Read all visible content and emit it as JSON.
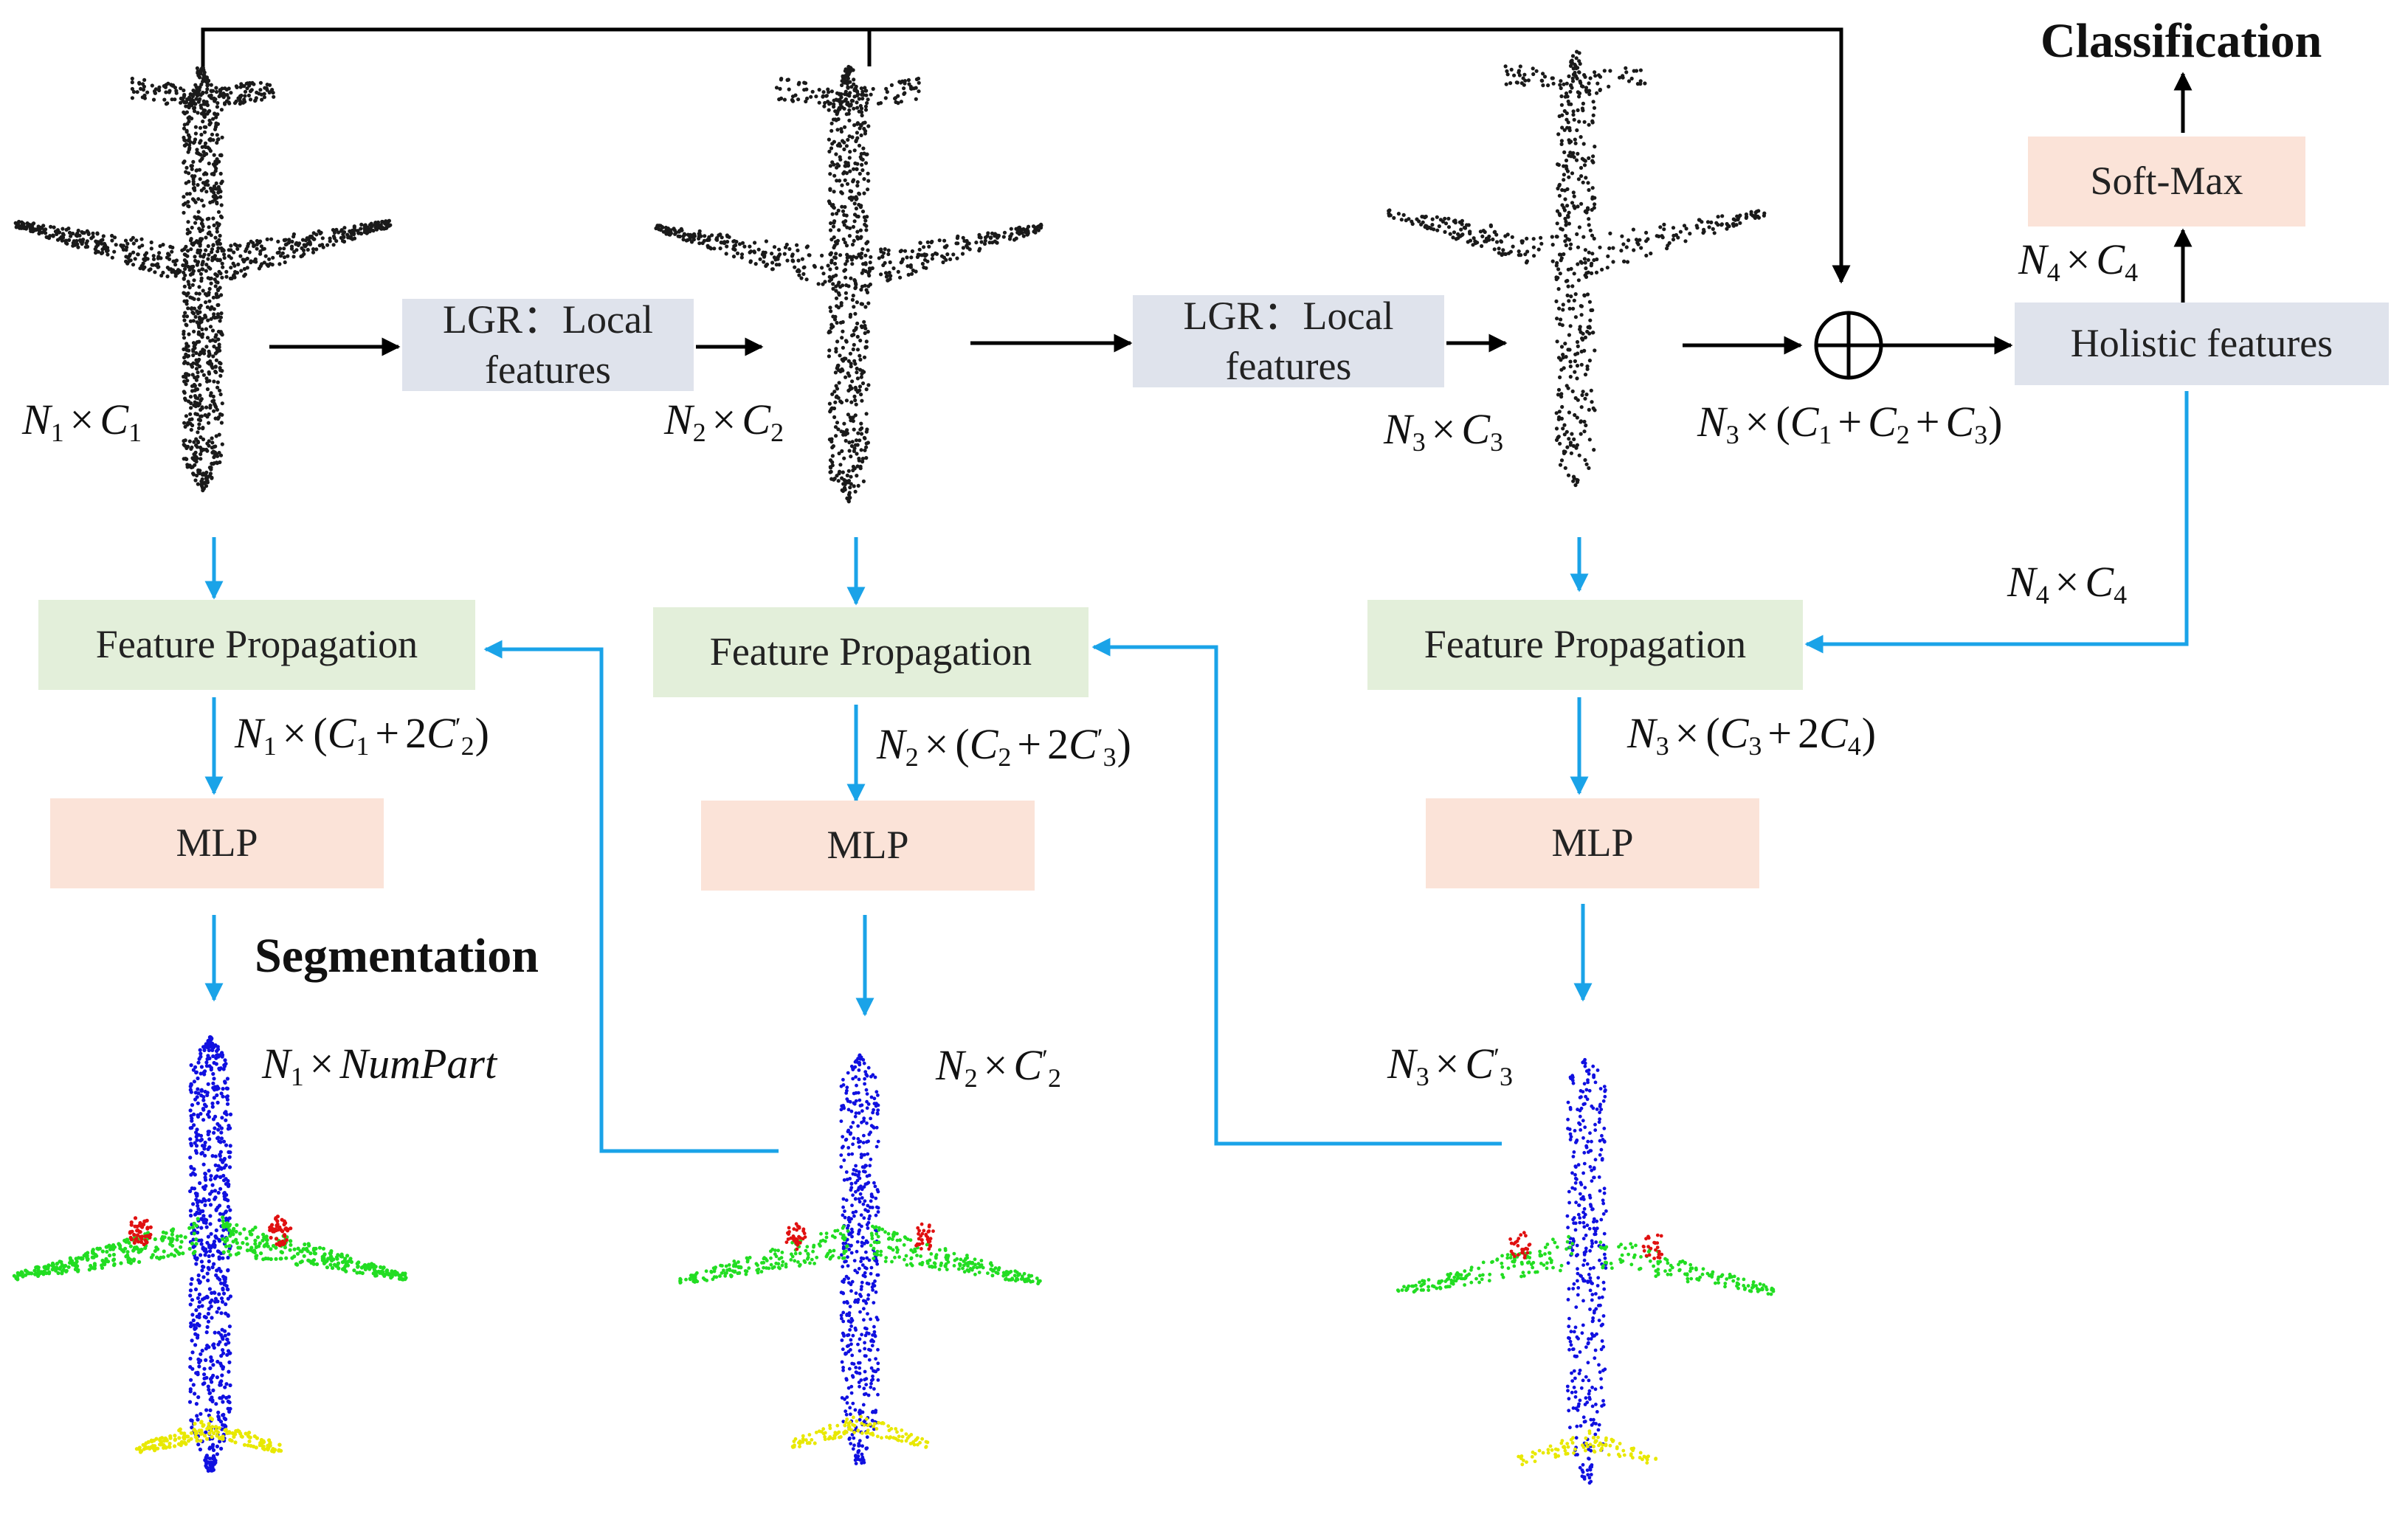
{
  "titles": {
    "classification": "Classification",
    "segmentation": "Segmentation"
  },
  "boxes": {
    "lgr_1": "LGR：Local\nfeatures",
    "lgr_2": "LGR：Local\nfeatures",
    "softmax": "Soft-Max",
    "holistic": "Holistic features",
    "fp_1": "Feature Propagation",
    "fp_2": "Feature Propagation",
    "fp_3": "Feature Propagation",
    "mlp_1": "MLP",
    "mlp_2": "MLP",
    "mlp_3": "MLP"
  },
  "labels": [
    {
      "id": "n1c1",
      "tokens": [
        [
          "N",
          "1"
        ],
        [
          "op",
          "×"
        ],
        [
          "C",
          "1"
        ]
      ]
    },
    {
      "id": "n2c2",
      "tokens": [
        [
          "N",
          "2"
        ],
        [
          "op",
          "×"
        ],
        [
          "C",
          "2"
        ]
      ]
    },
    {
      "id": "n3c3",
      "tokens": [
        [
          "N",
          "3"
        ],
        [
          "op",
          "×"
        ],
        [
          "C",
          "3"
        ]
      ]
    },
    {
      "id": "concat",
      "tokens": [
        [
          "N",
          "3"
        ],
        [
          "op",
          "×"
        ],
        [
          "p",
          "("
        ],
        [
          "C",
          "1"
        ],
        [
          "op",
          "+"
        ],
        [
          "C",
          "2"
        ],
        [
          "op",
          "+"
        ],
        [
          "C",
          "3"
        ],
        [
          "p",
          ")"
        ]
      ]
    },
    {
      "id": "n4c4_top",
      "tokens": [
        [
          "N",
          "4"
        ],
        [
          "op",
          "×"
        ],
        [
          "C",
          "4"
        ]
      ]
    },
    {
      "id": "n4c4_mid",
      "tokens": [
        [
          "N",
          "4"
        ],
        [
          "op",
          "×"
        ],
        [
          "C",
          "4"
        ]
      ]
    },
    {
      "id": "fp1_out",
      "tokens": [
        [
          "N",
          "1"
        ],
        [
          "op",
          "×"
        ],
        [
          "p",
          "("
        ],
        [
          "C",
          "1"
        ],
        [
          "op",
          "+"
        ],
        [
          "n",
          "2"
        ],
        [
          "Cp",
          "2"
        ],
        [
          "p",
          ")"
        ]
      ]
    },
    {
      "id": "fp2_out",
      "tokens": [
        [
          "N",
          "2"
        ],
        [
          "op",
          "×"
        ],
        [
          "p",
          "("
        ],
        [
          "C",
          "2"
        ],
        [
          "op",
          "+"
        ],
        [
          "n",
          "2"
        ],
        [
          "Cp",
          "3"
        ],
        [
          "p",
          ")"
        ]
      ]
    },
    {
      "id": "fp3_out",
      "tokens": [
        [
          "N",
          "3"
        ],
        [
          "op",
          "×"
        ],
        [
          "p",
          "("
        ],
        [
          "C",
          "3"
        ],
        [
          "op",
          "+"
        ],
        [
          "n",
          "2"
        ],
        [
          "C",
          "4"
        ],
        [
          "p",
          ")"
        ]
      ]
    },
    {
      "id": "seg_out",
      "tokens": [
        [
          "N",
          "1"
        ],
        [
          "op",
          "×"
        ],
        [
          "t",
          "NumPart"
        ]
      ]
    },
    {
      "id": "n2cp2",
      "tokens": [
        [
          "N",
          "2"
        ],
        [
          "op",
          "×"
        ],
        [
          "Cp",
          "2"
        ]
      ]
    },
    {
      "id": "n3cp3",
      "tokens": [
        [
          "N",
          "3"
        ],
        [
          "op",
          "×"
        ],
        [
          "Cp",
          "3"
        ]
      ]
    }
  ],
  "colors": {
    "black_arrow": "#000000",
    "blue_arrow": "#1aa3e8",
    "lgr_fill": "#dfe3ec",
    "holistic_fill": "#dfe3ec",
    "fp_fill": "#e3efda",
    "mlp_fill": "#fbe3d8",
    "softmax_fill": "#fbe3d8",
    "point_cloud": "#1a1a1a",
    "part_body": "#1010e0",
    "part_wing": "#22dd22",
    "part_engine": "#e01010",
    "part_tail": "#e8e800"
  },
  "point_clouds": [
    {
      "name": "input-point-cloud-1",
      "kind": "gray"
    },
    {
      "name": "input-point-cloud-2",
      "kind": "gray"
    },
    {
      "name": "input-point-cloud-3",
      "kind": "gray"
    },
    {
      "name": "segmented-point-cloud-1",
      "kind": "parts"
    },
    {
      "name": "segmented-point-cloud-2",
      "kind": "parts"
    },
    {
      "name": "segmented-point-cloud-3",
      "kind": "parts"
    }
  ]
}
